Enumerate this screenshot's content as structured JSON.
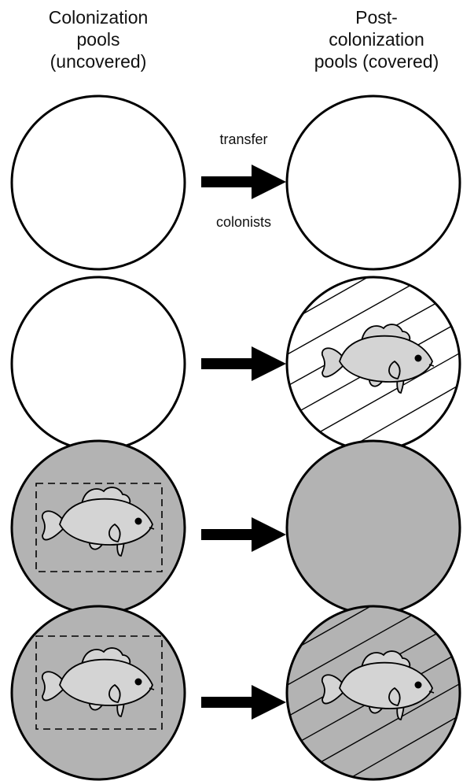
{
  "headers": {
    "colonization": "Colonization\npools\n(uncovered)",
    "post_colonization": "Post-\ncolonization\npools (covered)"
  },
  "arrow_labels": {
    "top": "transfer",
    "bottom": "colonists"
  },
  "colors": {
    "outline": "#000000",
    "empty_pool": "#ffffff",
    "fish_pool": "#b3b3b3",
    "fish_body": "#d4d4d4"
  },
  "rows": [
    {
      "colonization_pool": "empty",
      "post_pool": "empty",
      "post_covered_hatching": false,
      "post_has_fish": false
    },
    {
      "colonization_pool": "empty",
      "post_pool": "empty",
      "post_covered_hatching": true,
      "post_has_fish": true
    },
    {
      "colonization_pool": "fish",
      "post_pool": "fish",
      "post_covered_hatching": false,
      "post_has_fish": false
    },
    {
      "colonization_pool": "fish",
      "post_pool": "fish",
      "post_covered_hatching": true,
      "post_has_fish": true
    }
  ]
}
